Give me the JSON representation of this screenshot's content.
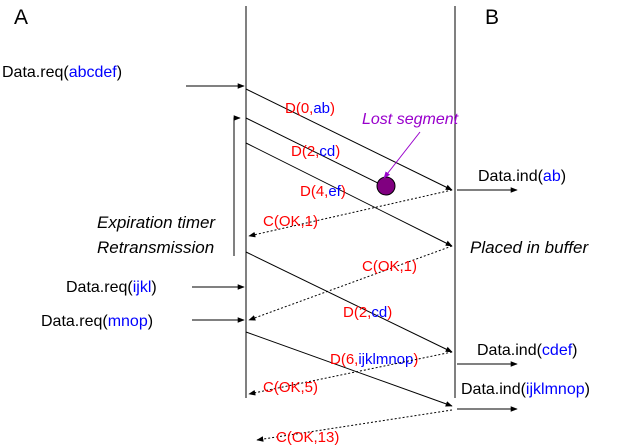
{
  "hosts": {
    "a": "A",
    "b": "B"
  },
  "primitives": {
    "req1": {
      "name": "Data.req",
      "open": "(",
      "payload": "abcdef",
      "close": ")"
    },
    "req2": {
      "name": "Data.req",
      "open": "(",
      "payload": "ijkl",
      "close": ")"
    },
    "req3": {
      "name": "Data.req",
      "open": "(",
      "payload": "mnop",
      "close": ")"
    },
    "ind1": {
      "name": "Data.ind",
      "open": "(",
      "payload": "ab",
      "close": ")"
    },
    "ind2": {
      "name": "Data.ind",
      "open": "(",
      "payload": "cdef",
      "close": ")"
    },
    "ind3": {
      "name": "Data.ind",
      "open": "(",
      "payload": "ijklmnop",
      "close": ")"
    }
  },
  "segments": {
    "d1": {
      "head": "D(0,",
      "payload": "ab",
      "tail": ")"
    },
    "d2": {
      "head": "D(2,",
      "payload": "cd",
      "tail": ")"
    },
    "d3": {
      "head": "D(4,",
      "payload": "ef",
      "tail": ")"
    },
    "d4": {
      "head": "D(2,",
      "payload": "cd",
      "tail": ")"
    },
    "d5": {
      "head": "D(6,",
      "payload": "ijklmnop",
      "tail": ")"
    }
  },
  "acks": {
    "c1": "C(OK,1)",
    "c2": "C(OK,1)",
    "c3": "C(OK,5)",
    "c4": "C(OK,13)"
  },
  "notes": {
    "lost": "Lost segment",
    "timer": "Expiration timer",
    "retransmission": "Retransmission",
    "buffer": "Placed in buffer"
  },
  "colors": {
    "segment": "#ff0000",
    "payload": "#0000ff",
    "lost_text": "#9900cc",
    "lost_marker": "#800080"
  }
}
